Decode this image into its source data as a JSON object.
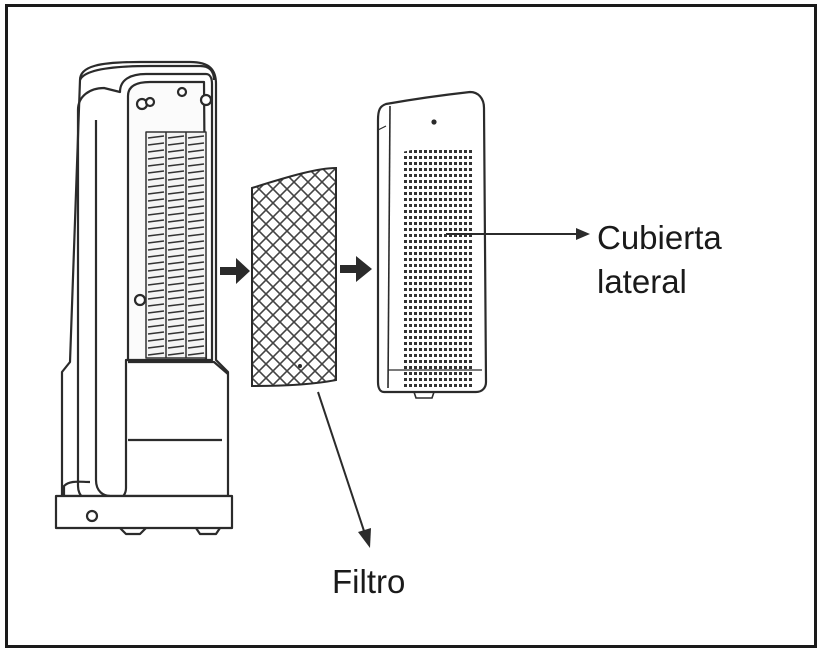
{
  "labels": {
    "side_cover_line1": "Cubierta",
    "side_cover_line2": "lateral",
    "filter": "Filtro"
  },
  "colors": {
    "ink": "#1a1a1a",
    "stroke": "#2b2b2b",
    "background": "#ffffff"
  }
}
